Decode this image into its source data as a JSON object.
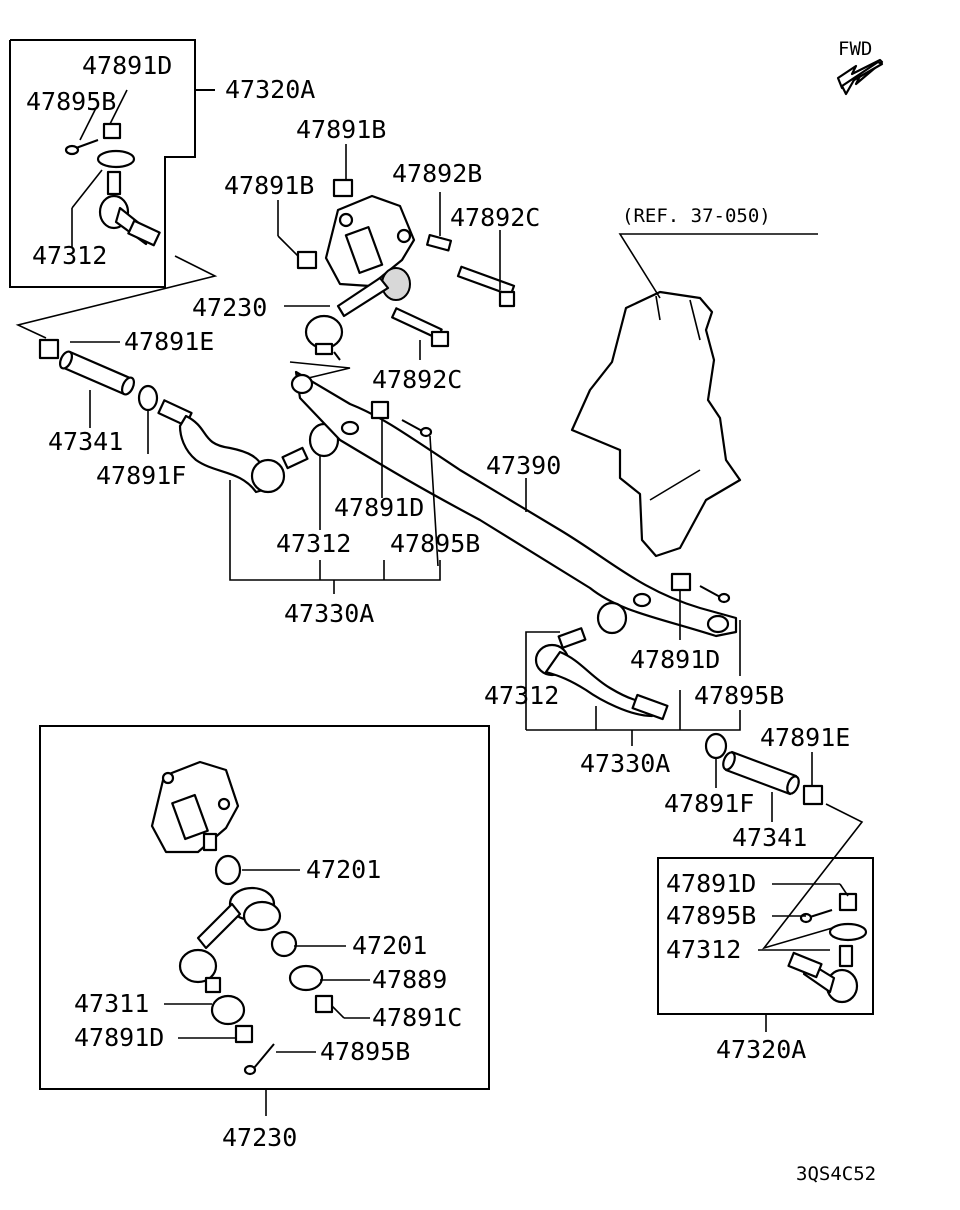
{
  "fwd_label": "FWD",
  "ref_label": "(REF. 37-050)",
  "diagram_code": "3QS4C52",
  "labels": {
    "tl_47891D": "47891D",
    "tl_47895B": "47895B",
    "tl_47320A": "47320A",
    "tl_47312": "47312",
    "t_47891B_a": "47891B",
    "t_47891B_b": "47891B",
    "t_47892B": "47892B",
    "t_47892C_a": "47892C",
    "t_47230": "47230",
    "t_47892C_b": "47892C",
    "l_47891E": "47891E",
    "l_47341": "47341",
    "l_47891F": "47891F",
    "m_47390": "47390",
    "m_47891D": "47891D",
    "m_47312": "47312",
    "m_47895B": "47895B",
    "m_47330A": "47330A",
    "r_47891D": "47891D",
    "r_47312": "47312",
    "r_47895B": "47895B",
    "r_47330A": "47330A",
    "r_47891E": "47891E",
    "r_47891F": "47891F",
    "r_47341": "47341",
    "br_47891D": "47891D",
    "br_47895B": "47895B",
    "br_47312": "47312",
    "br_47320A": "47320A",
    "bl_47201_a": "47201",
    "bl_47201_b": "47201",
    "bl_47889": "47889",
    "bl_47311": "47311",
    "bl_47891C": "47891C",
    "bl_47891D": "47891D",
    "bl_47895B": "47895B",
    "bl_47230": "47230"
  }
}
